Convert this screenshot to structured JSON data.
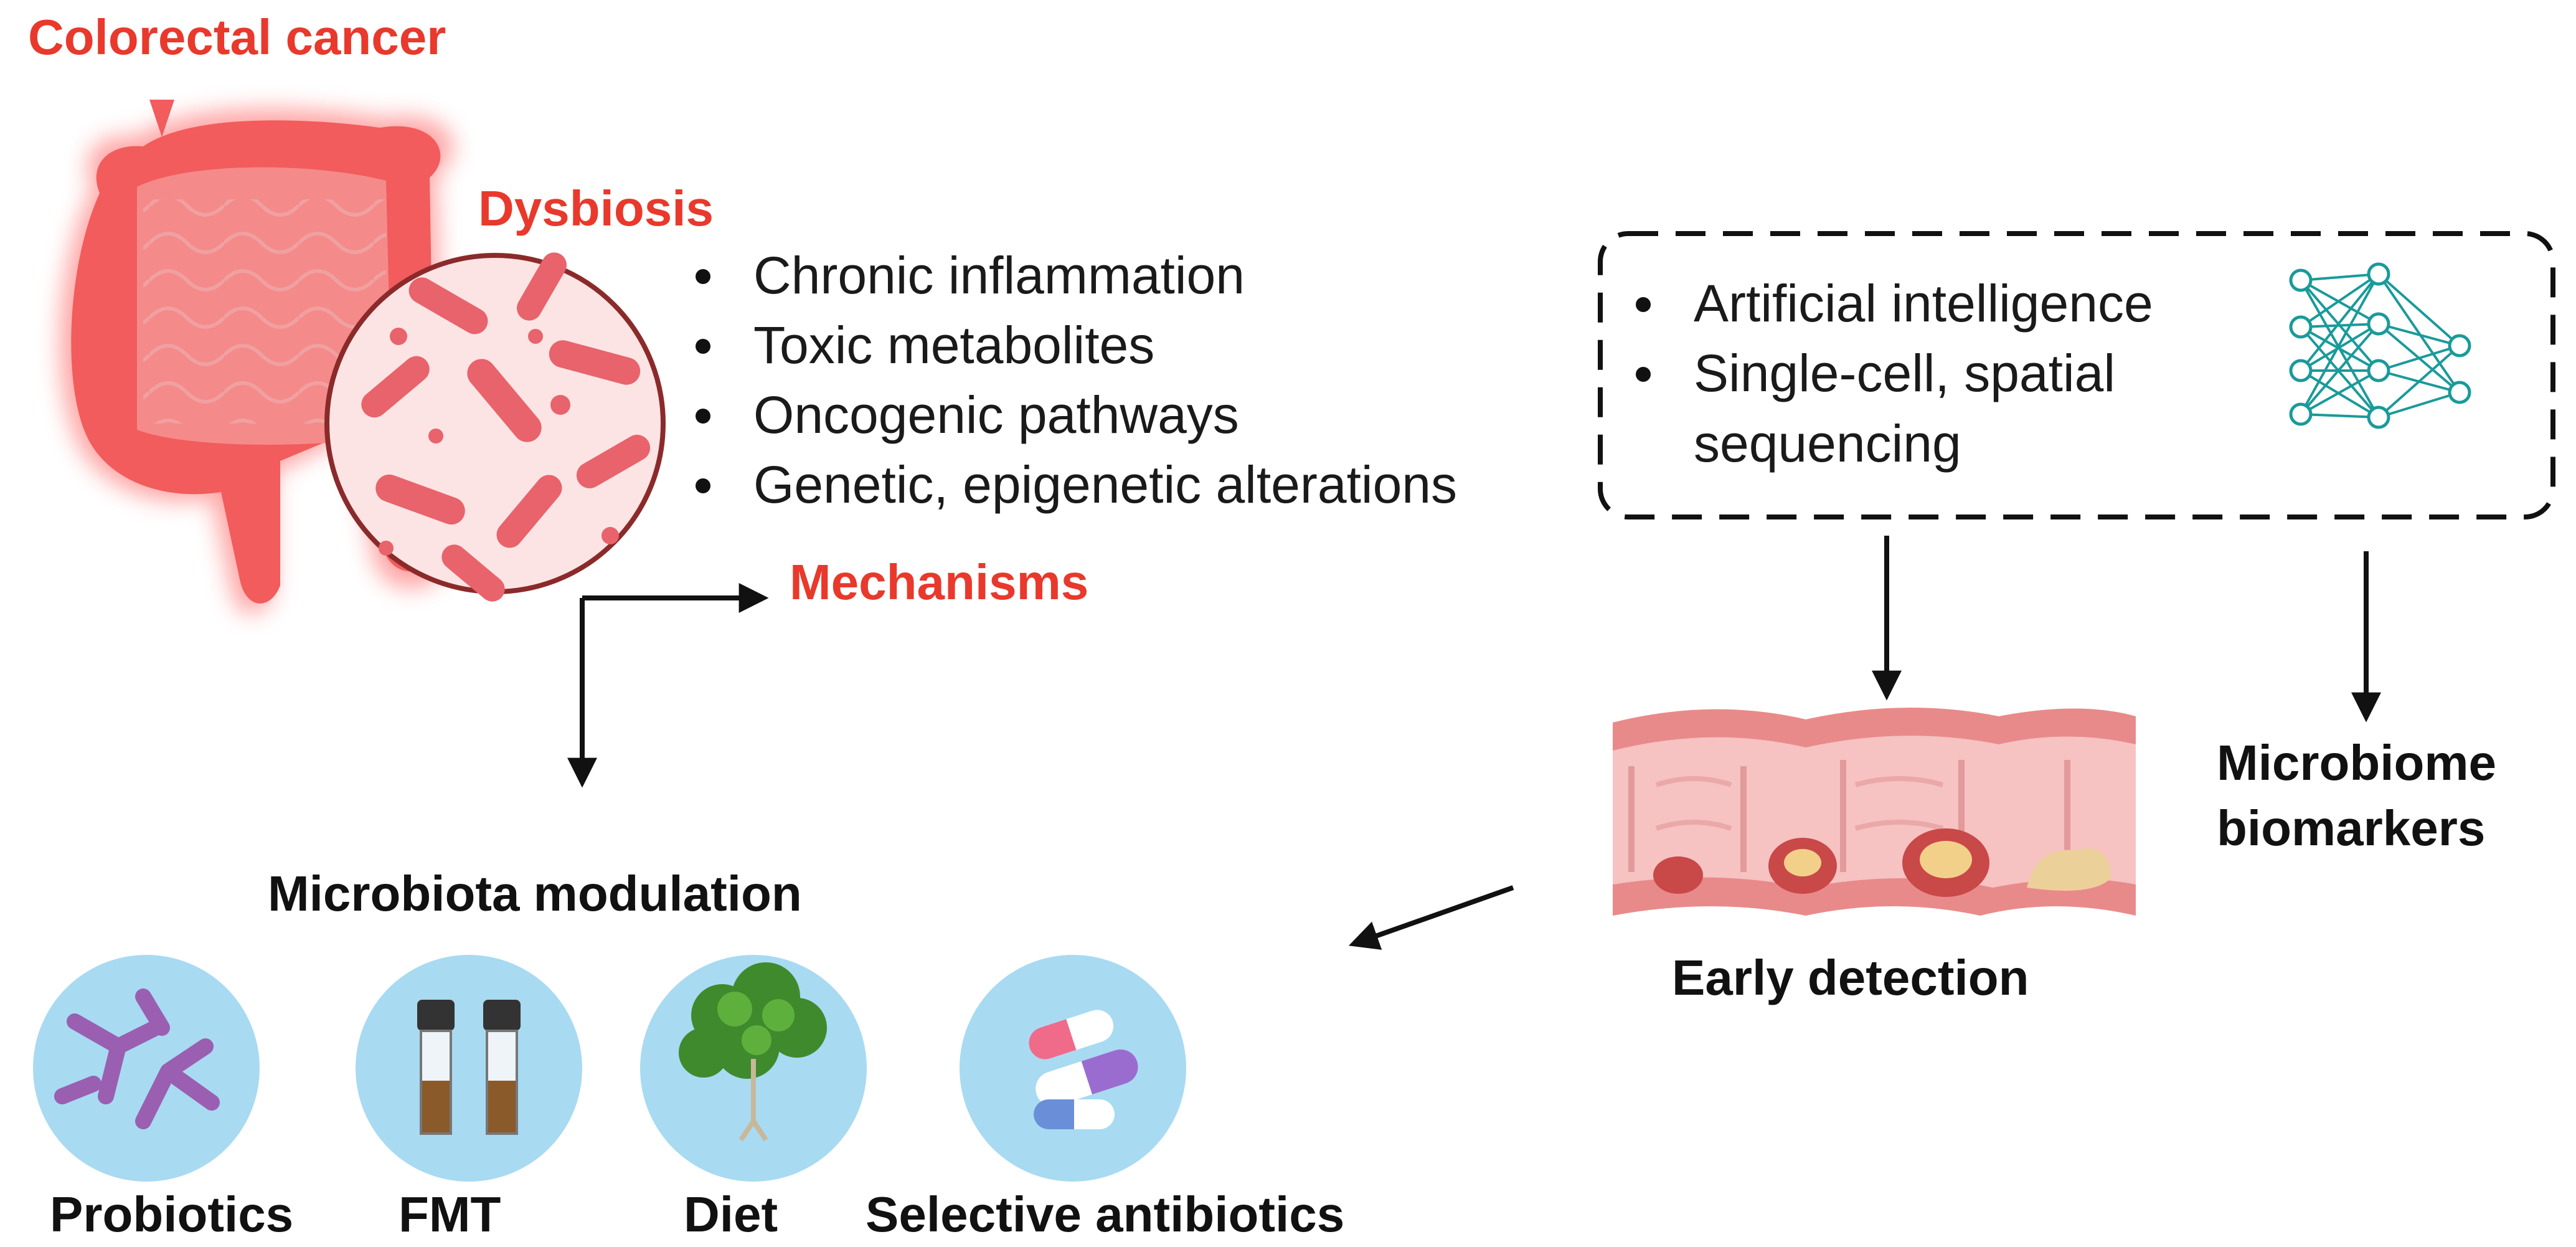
{
  "title": "Colorectal cancer",
  "dysbiosis": {
    "label": "Dysbiosis",
    "effects": [
      "Chronic inflammation",
      "Toxic metabolites",
      "Oncogenic pathways",
      "Genetic, epigenetic alterations"
    ],
    "arrow_label": "Mechanisms"
  },
  "technologies": {
    "items": [
      "Artificial intelligence",
      "Single-cell, spatial",
      "sequencing"
    ],
    "icon": "neural-network-icon"
  },
  "early_detection": {
    "label": "Early detection"
  },
  "biomarkers": {
    "line1": "Microbiome",
    "line2": "biomarkers"
  },
  "modulation": {
    "title": "Microbiota modulation",
    "options": [
      {
        "label": "Probiotics",
        "icon": "bacteria-icon"
      },
      {
        "label": "FMT",
        "icon": "vials-icon"
      },
      {
        "label": "Diet",
        "icon": "vegetable-icon"
      },
      {
        "label": "Selective antibiotics",
        "icon": "pills-icon"
      }
    ]
  },
  "colors": {
    "accent": "#e8392c",
    "circle": "#a8daf2",
    "network": "#1a9a9a"
  }
}
